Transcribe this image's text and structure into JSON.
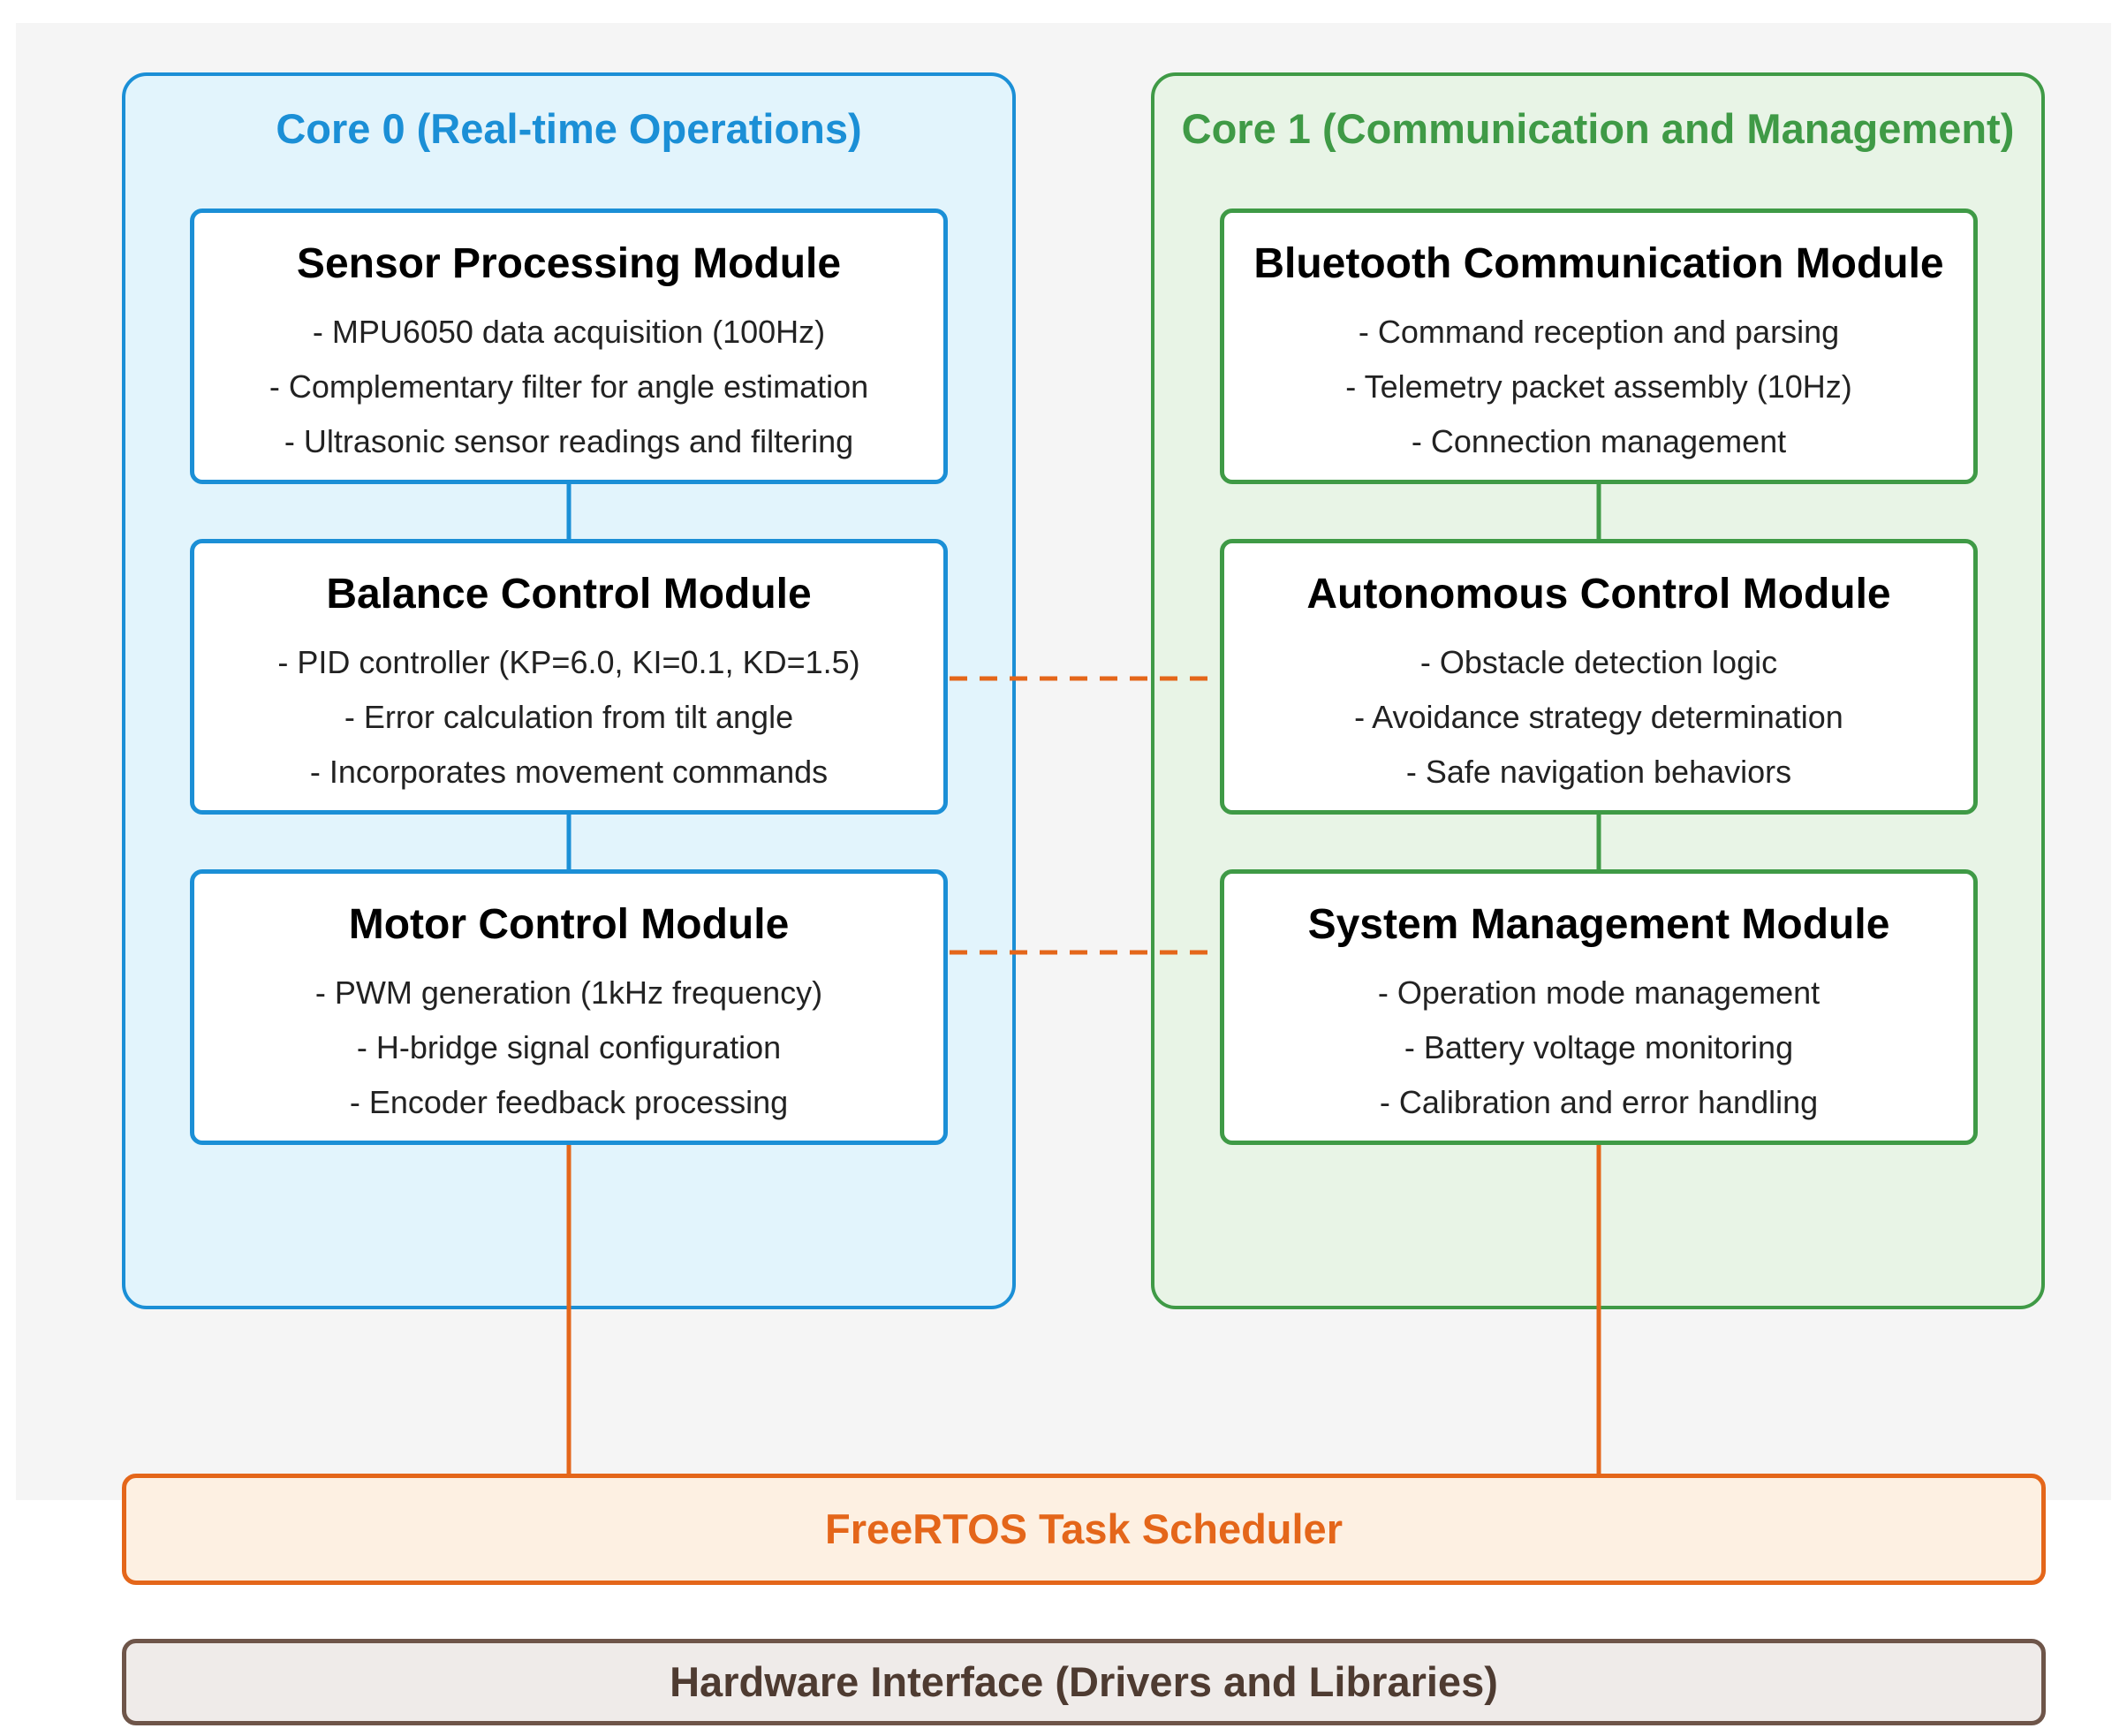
{
  "core0": {
    "title": "Core 0 (Real-time Operations)",
    "modules": [
      {
        "title": "Sensor Processing Module",
        "items": [
          "- MPU6050 data acquisition (100Hz)",
          "- Complementary filter for angle estimation",
          "- Ultrasonic sensor readings and filtering"
        ]
      },
      {
        "title": "Balance Control Module",
        "items": [
          "- PID controller (KP=6.0, KI=0.1, KD=1.5)",
          "- Error calculation from tilt angle",
          "- Incorporates movement commands"
        ]
      },
      {
        "title": "Motor Control Module",
        "items": [
          "- PWM generation (1kHz frequency)",
          "- H-bridge signal configuration",
          "- Encoder feedback processing"
        ]
      }
    ]
  },
  "core1": {
    "title": "Core 1 (Communication and Management)",
    "modules": [
      {
        "title": "Bluetooth Communication Module",
        "items": [
          "- Command reception and parsing",
          "- Telemetry packet assembly (10Hz)",
          "- Connection management"
        ]
      },
      {
        "title": "Autonomous Control Module",
        "items": [
          "- Obstacle detection logic",
          "- Avoidance strategy determination",
          "- Safe navigation behaviors"
        ]
      },
      {
        "title": "System Management Module",
        "items": [
          "- Operation mode management",
          "- Battery voltage monitoring",
          "- Calibration and error handling"
        ]
      }
    ]
  },
  "scheduler": {
    "label": "FreeRTOS Task Scheduler"
  },
  "hardware": {
    "label": "Hardware Interface (Drivers and Libraries)"
  },
  "colors": {
    "core0": "#1b8fd6",
    "core1": "#3f9a46",
    "scheduler": "#e4661a",
    "hardware": "#6e5549"
  }
}
